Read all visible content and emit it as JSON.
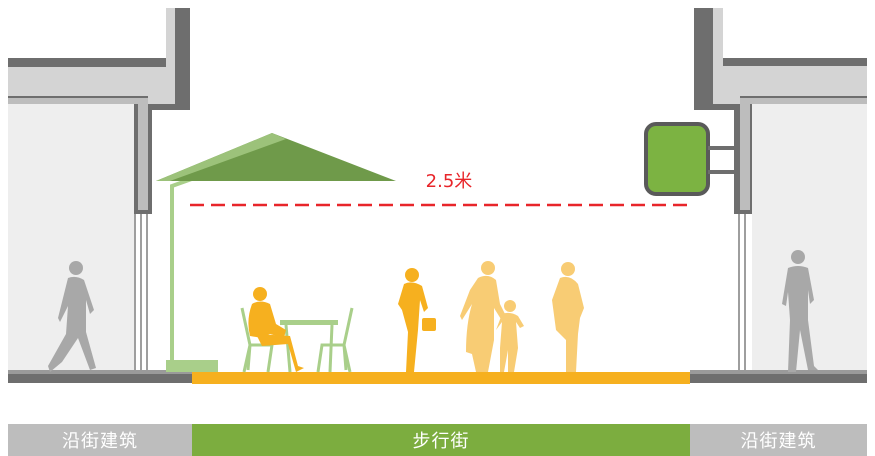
{
  "diagram": {
    "height_label": "2.5米",
    "labels": {
      "left": "沿街建筑",
      "middle": "步行街",
      "right": "沿街建筑"
    }
  },
  "colors": {
    "awning_green": "#6f9a4a",
    "sign_green": "#7cb342",
    "pole_green": "#a9cf8a",
    "people_orange": "#f6b01f",
    "people_light": "#f8cc74",
    "dash_red": "#e8252a",
    "band_gray": "#bdbdbd",
    "band_green": "#7cad3f"
  }
}
